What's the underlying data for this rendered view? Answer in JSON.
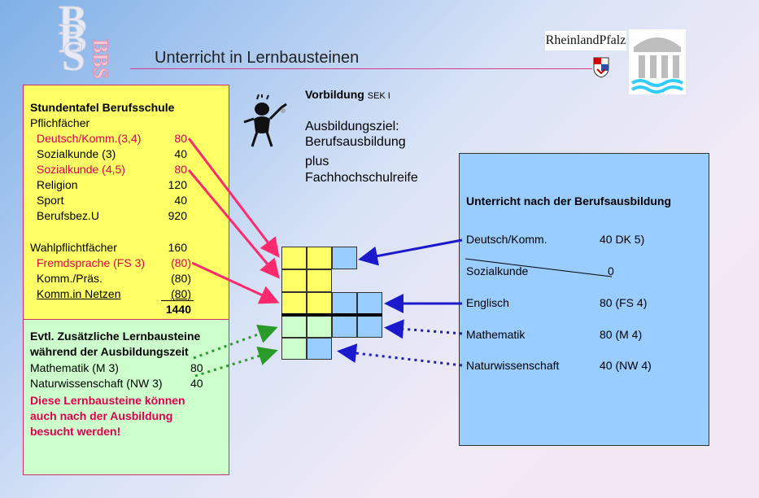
{
  "header": {
    "title": "Unterricht in Lernbausteinen",
    "logo_text": "RheinlandPfalz",
    "watermark": [
      "B",
      "B",
      "S"
    ],
    "watermark_vertical": "BBS"
  },
  "center": {
    "vorbildung": "Vorbildung",
    "sek": "SEK I",
    "ziel": [
      "Ausbildungsziel:",
      "Berufsausbildung",
      "plus",
      "Fachhochschulreife"
    ]
  },
  "left": {
    "heading": "Stundentafel Berufsschule",
    "pflicht_label": "Pflichfächer",
    "pflicht": [
      {
        "name": "Deutsch/Komm.(3,4)",
        "hours": "80"
      },
      {
        "name": "Sozialkunde (3)",
        "hours": "40"
      },
      {
        "name": "Sozialkunde (4,5)",
        "hours": "80"
      },
      {
        "name": "Religion",
        "hours": "120"
      },
      {
        "name": "Sport",
        "hours": "40"
      },
      {
        "name": "Berufsbez.U",
        "hours": "920"
      }
    ],
    "wahl_label": "Wahlpflichtfächer",
    "wahl_hours": "160",
    "wahl": [
      {
        "name": "Fremdsprache (FS 3)",
        "hours": "(80)"
      },
      {
        "name": "Komm./Präs.",
        "hours": "(80)"
      },
      {
        "name": "Komm.in Netzen",
        "hours": "(80)"
      }
    ],
    "total": "1440"
  },
  "green": {
    "heading": [
      "Evtl. Zusätzliche Lernbausteine",
      "während der Ausbildungszeit"
    ],
    "items": [
      {
        "name": "Mathematik (M 3)",
        "hours": "80"
      },
      {
        "name": "Naturwissenschaft (NW 3)",
        "hours": "40"
      }
    ],
    "note": [
      "Diese Lernbausteine können",
      "auch nach der Ausbildung",
      "besucht werden!"
    ]
  },
  "right": {
    "heading": "Unterricht nach der Berufsausbildung",
    "rows": [
      {
        "name": "Deutsch/Komm.",
        "value": "40 DK 5)"
      },
      {
        "name": "Sozialkunde",
        "value": "0"
      },
      {
        "name": "Englisch",
        "value": "80 (FS 4)"
      },
      {
        "name": "Mathematik",
        "value": "80 (M 4)"
      },
      {
        "name": "Naturwissenschaft",
        "value": "40 (NW 4)"
      }
    ]
  },
  "colors": {
    "accent_pink": "#ff2a6d",
    "arrow_blue": "#1a1acc",
    "arrow_green": "#2a9a2a",
    "panel_yellow": "#ffff66",
    "panel_green": "#ccffcc",
    "panel_blue": "#99ccff"
  }
}
